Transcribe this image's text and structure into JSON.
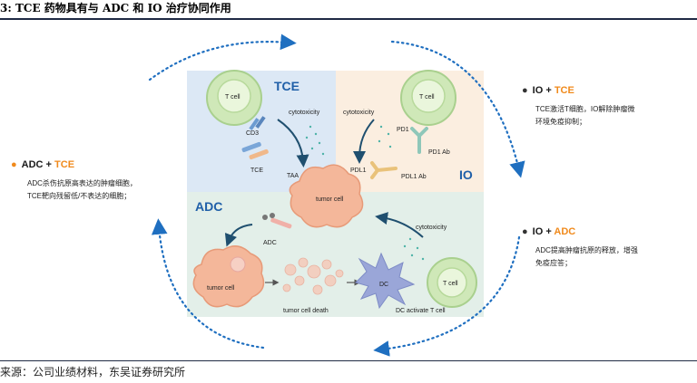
{
  "title": "3:  TCE 药物具有与 ADC 和 IO 治疗协同作用",
  "source": "来源：公司业绩材料，东吴证券研究所",
  "quadrants": {
    "tce": "TCE",
    "io": "IO",
    "adc": "ADC"
  },
  "labels": {
    "t_cell": "T cell",
    "cd3": "CD3",
    "tce": "TCE",
    "taa": "TAA",
    "cytotoxicity": "cytotoxicity",
    "pd1": "PD1",
    "pd1_ab": "PD1 Ab",
    "pdl1": "PDL1",
    "pdl1_ab": "PDL1 Ab",
    "tumor_cell": "tumor cell",
    "adc": "ADC",
    "tumor_cell_death": "tumor cell death",
    "dc": "DC",
    "dc_activate": "DC activate T cell"
  },
  "left": {
    "head_part1": "ADC + ",
    "head_part2": "TCE",
    "line1": "ADC杀伤抗原高表达的肿瘤细胞，",
    "line2": "TCE靶向残留低/不表达的细胞；"
  },
  "right_top": {
    "head_part1": "IO + ",
    "head_part2": "TCE",
    "line1": "TCE激活T细胞，IO解除肿瘤微",
    "line2": "环境免疫抑制；"
  },
  "right_bottom": {
    "head_part1": "IO + ",
    "head_part2": "ADC",
    "line1": "ADC提高肿瘤抗原的释放，增强",
    "line2": "免疫应答；"
  },
  "colors": {
    "tce_bg": "#dce8f5",
    "io_bg": "#fbeee0",
    "adc_bg": "#e3efe9",
    "accent": "#f08a1c",
    "arrow_blue": "#1f6fc0"
  }
}
